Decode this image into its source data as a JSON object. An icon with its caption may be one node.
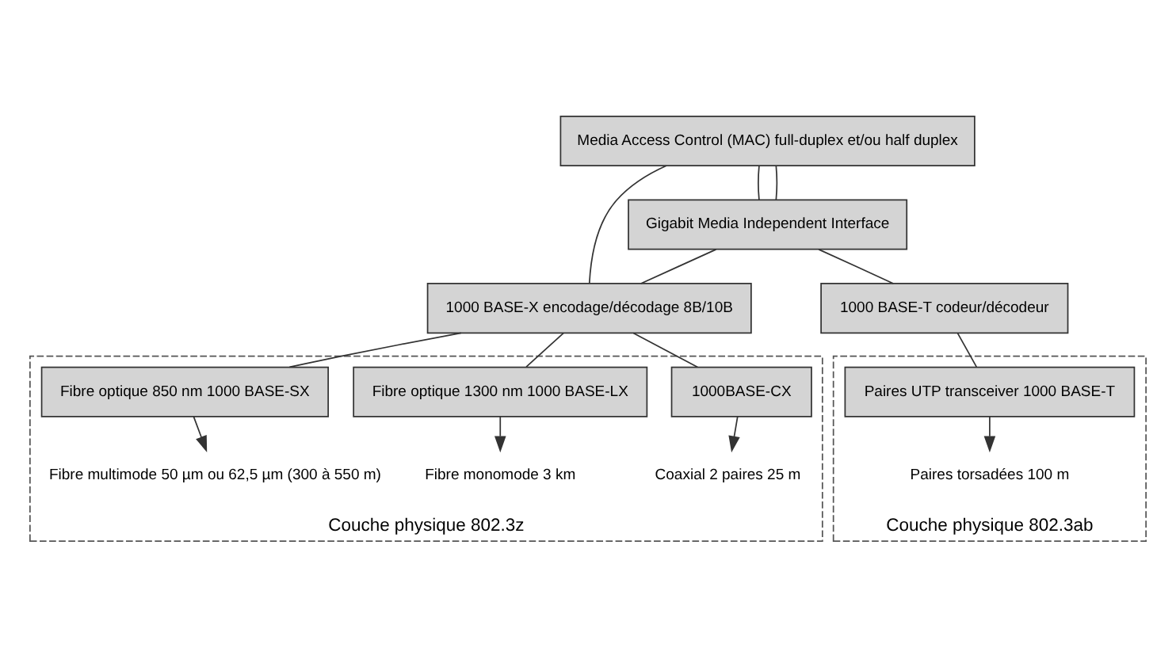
{
  "diagram": {
    "nodes": [
      {
        "text": [
          "Media Access Control (MAC) full-duplex et/ou half duplex"
        ]
      },
      {
        "text": [
          "Gigabit Media Independent Interface"
        ]
      },
      {
        "text": [
          "1000 BASE-X encodage/décodage 8B/10B"
        ]
      },
      {
        "text": [
          "1000 BASE-T codeur/décodeur"
        ]
      },
      {
        "text": [
          "Couche physique 802.3z"
        ]
      },
      {
        "text": [
          "1000BASE-CX"
        ],
        "in": 4
      },
      {
        "text": [
          "Fibre optique 1300 nm 1000 BASE-LX"
        ],
        "in": 4
      },
      {
        "text": [
          "Fibre optique 850 nm 1000 BASE-SX"
        ],
        "in": 4
      },
      {
        "text": [
          "Coaxial 2 paires 25 m"
        ],
        "in": 4
      },
      {
        "text": [
          "Fibre monomode 3 km"
        ],
        "in": 4
      },
      {
        "text": [
          "Fibre multimode 50 µm ou 62,5 µm (300 à 550 m)"
        ],
        "in": 4
      },
      {
        "text": [
          "Couche physique 802.3ab"
        ]
      },
      {
        "text": [
          "Paires UTP transceiver 1000 BASE-T"
        ],
        "in": 11
      },
      {
        "text": [
          "Paires torsadées 100 m"
        ],
        "in": 11
      }
    ],
    "edges": [
      {
        "from": 0,
        "to": 2,
        "arrow": "none"
      },
      {
        "from": 0,
        "to": 1,
        "arrow": "none"
      },
      {
        "from": 1,
        "to": 2,
        "arrow": "none"
      },
      {
        "from": 0,
        "to": 1,
        "arrow": "none"
      },
      {
        "from": 1,
        "to": 3,
        "arrow": "none"
      },
      {
        "from": 2,
        "to": 5,
        "arrow": "none"
      },
      {
        "from": 2,
        "to": 6,
        "arrow": "none"
      },
      {
        "from": 2,
        "to": 7,
        "arrow": "none"
      },
      {
        "from": 3,
        "to": 12,
        "arrow": "none"
      },
      {
        "from": 5,
        "to": 8,
        "arrow": "to"
      },
      {
        "from": 6,
        "to": 9,
        "arrow": "to"
      },
      {
        "from": 7,
        "to": 10,
        "arrow": "to"
      },
      {
        "from": 12,
        "to": 13,
        "arrow": "to"
      }
    ]
  }
}
